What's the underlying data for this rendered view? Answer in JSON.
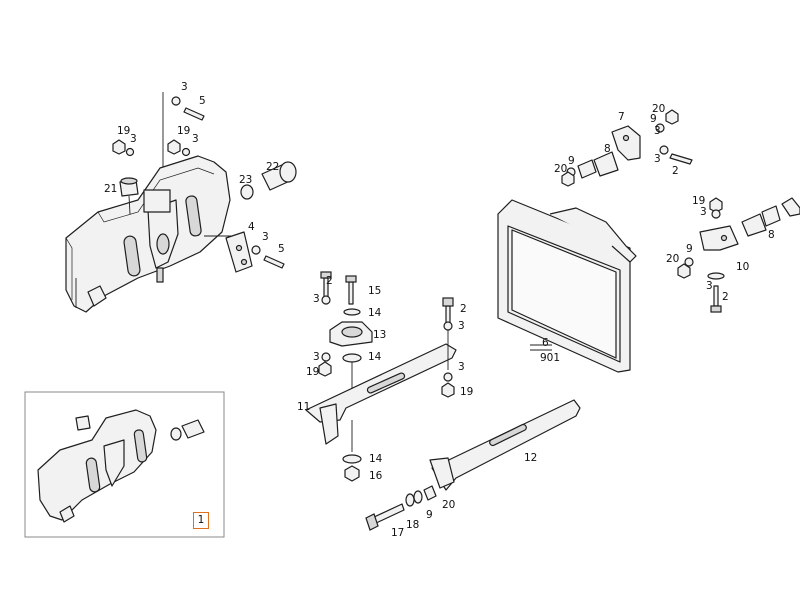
{
  "diagram": {
    "callouts": [
      "3",
      "5",
      "19",
      "3",
      "19",
      "3",
      "21",
      "22",
      "23",
      "4",
      "3",
      "5",
      "2",
      "15",
      "3",
      "14",
      "13",
      "3",
      "14",
      "19",
      "2",
      "3",
      "3",
      "19",
      "11",
      "14",
      "16",
      "12",
      "17",
      "18",
      "9",
      "20",
      "6",
      "901",
      "7",
      "20",
      "9",
      "3",
      "8",
      "20",
      "9",
      "3",
      "2",
      "19",
      "3",
      "9",
      "20",
      "8",
      "10",
      "3",
      "2"
    ],
    "inset_reference": "1",
    "accent_color": "#e07020"
  }
}
